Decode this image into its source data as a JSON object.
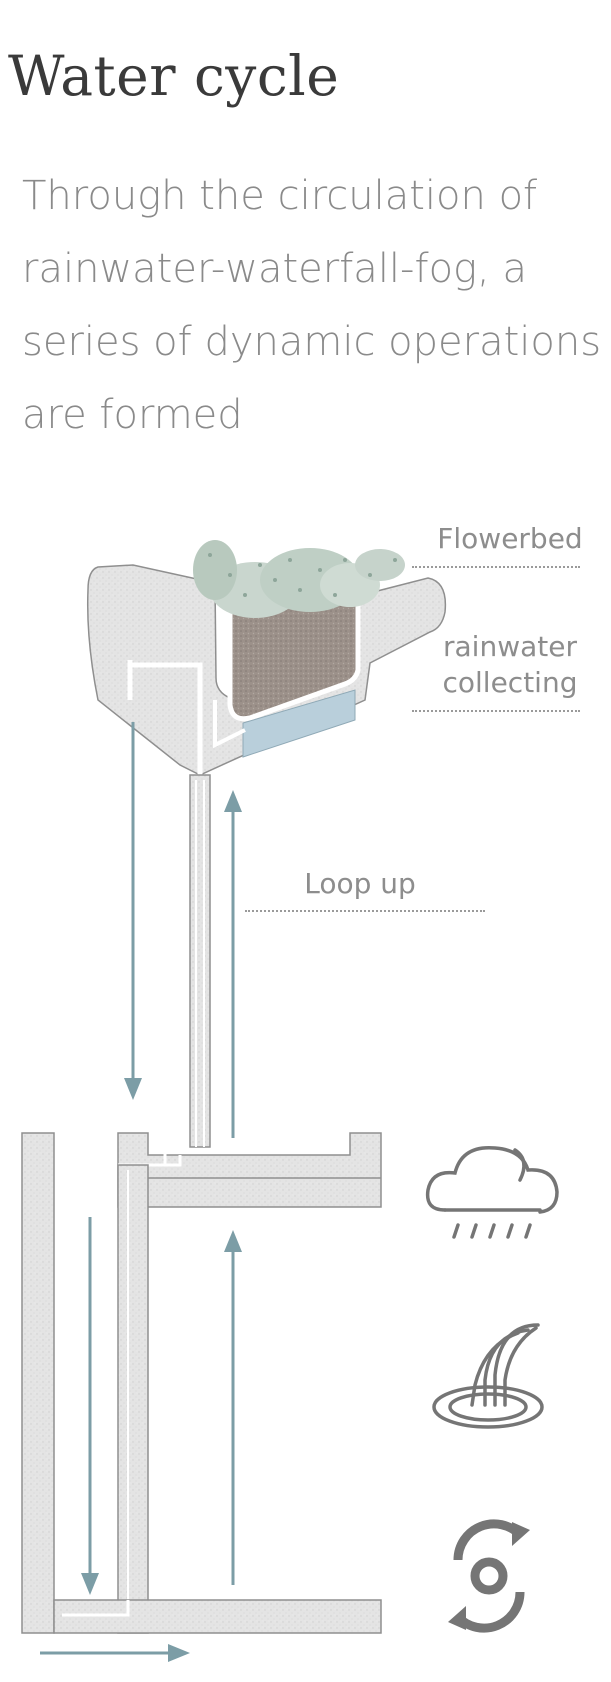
{
  "title": "Water cycle",
  "description": "Through the circulation of rainwater-waterfall-fog, a series of dynamic operations are formed",
  "labels": {
    "flowerbed": "Flowerbed",
    "rainwater_line1": "rainwater",
    "rainwater_line2": "collecting",
    "loop_up": "Loop up"
  },
  "icons": [
    "rain-cloud-icon",
    "waterfall-icon",
    "recycle-icon"
  ],
  "colors": {
    "arrow": "#7c9da6",
    "concrete": "#e3e3e3",
    "soil": "#9a8f87",
    "water": "#b9cfdb",
    "icon": "#757575",
    "label": "#8d8d8d"
  }
}
